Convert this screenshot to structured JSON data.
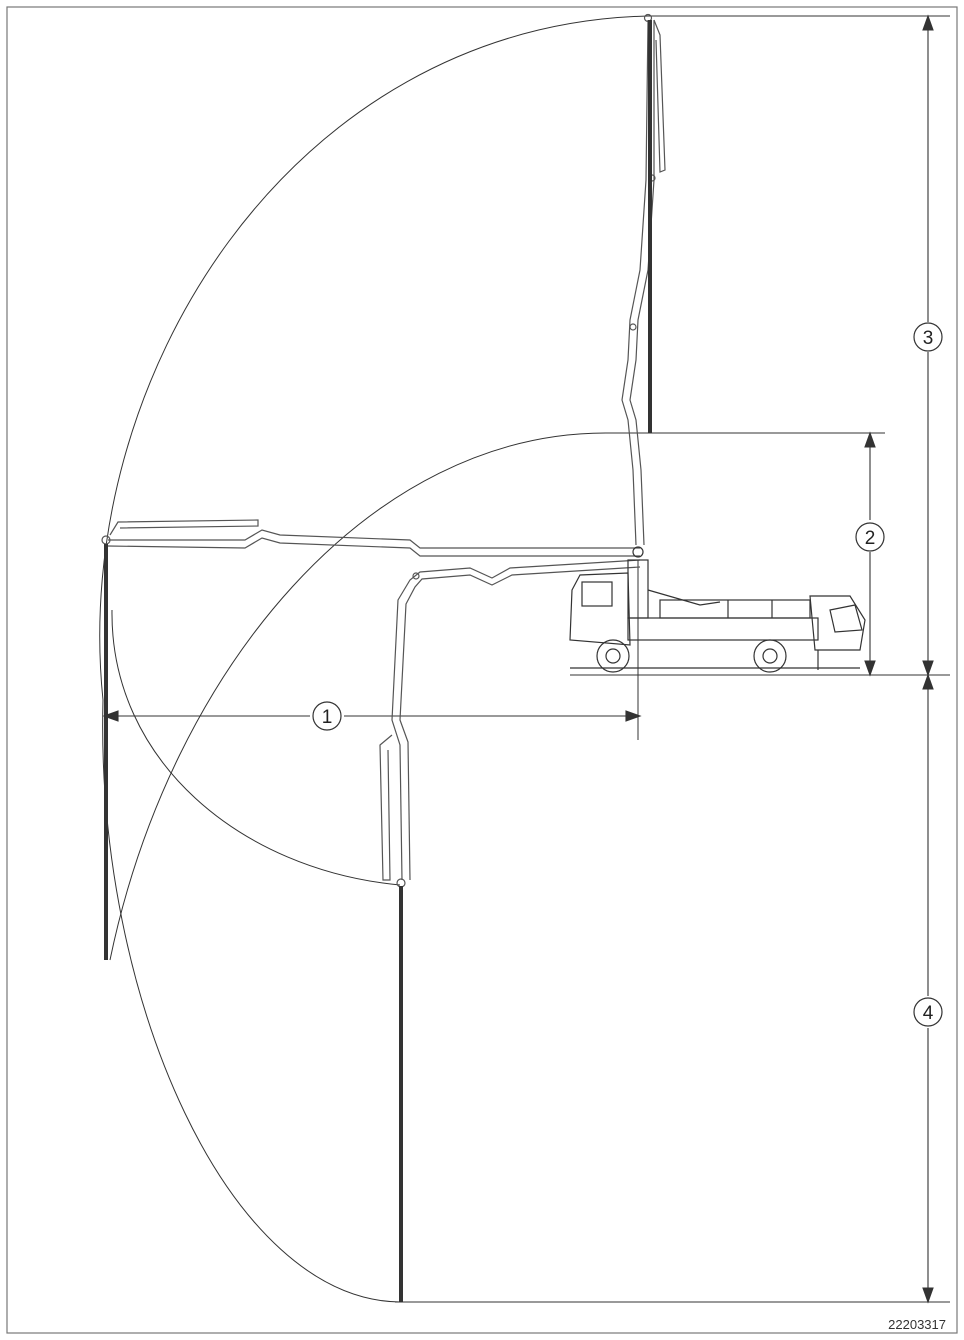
{
  "callouts": {
    "c1": "1",
    "c2": "2",
    "c3": "3",
    "c4": "4"
  },
  "figure_id": "22203317",
  "colors": {
    "line": "#333333",
    "boom": "#555555",
    "hose": "#333333",
    "paper": "#ffffff"
  },
  "icons": [
    "concrete-pump-truck-icon"
  ]
}
